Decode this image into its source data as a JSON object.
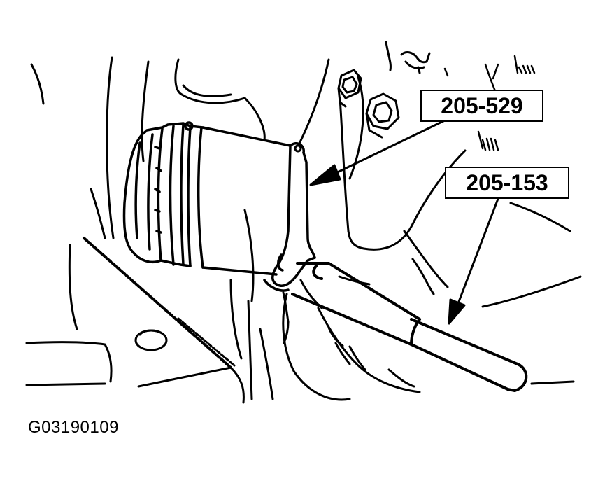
{
  "callouts": {
    "tool_529": "205-529",
    "tool_153": "205-153"
  },
  "figure_id": "G03190109",
  "colors": {
    "ink": "#000000",
    "paper": "#ffffff"
  }
}
